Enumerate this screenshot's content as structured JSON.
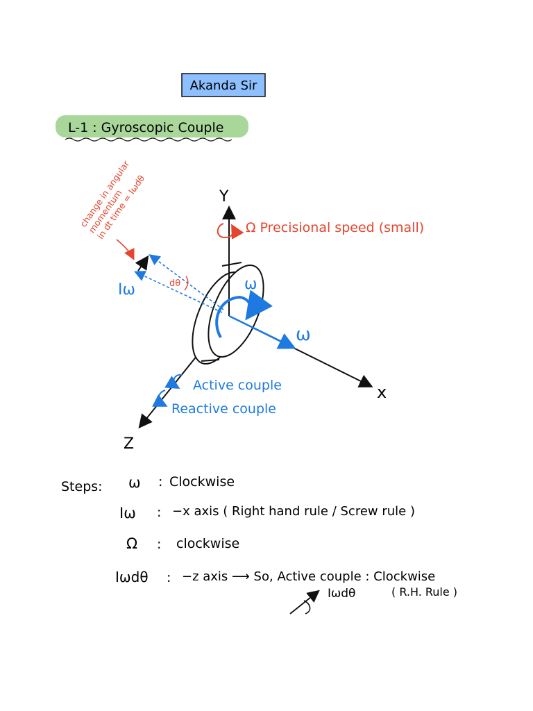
{
  "author_label": "Akanda Sir",
  "lecture_title": "L-1 : Gyroscopic Couple",
  "colors": {
    "author_box": "#8ec0ff",
    "title_highlight": "#a9d79a",
    "red": "#e6452d",
    "blue": "#1e7ae0",
    "ink": "#111111"
  },
  "diagram": {
    "y_axis_label": "Y",
    "x_axis_label": "x",
    "z_axis_label": "Z",
    "precession_label": "Ω Precisional speed (small)",
    "angular_momentum_note": [
      "change in angular",
      "momentum",
      "in dt time = Iωdθ"
    ],
    "iw_label": "Iω",
    "dtheta_label": "dθ",
    "omega_disc_label": "ω",
    "omega_axis_label": "ω",
    "active_couple_label": "Active couple",
    "reactive_couple_label": "Reactive couple"
  },
  "steps": {
    "heading": "Steps:",
    "rows": [
      {
        "symbol": "ω",
        "separator": ":",
        "text": "Clockwise"
      },
      {
        "symbol": "Iω",
        "separator": ":",
        "text": "−x axis ( Right hand rule / Screw rule )"
      },
      {
        "symbol": "Ω",
        "separator": ":",
        "text": "clockwise"
      },
      {
        "symbol": "Iωdθ",
        "separator": ":",
        "text": "−z axis ⟶ So, Active couple : Clockwise"
      }
    ],
    "note_symbol": "Iωdθ",
    "note_rule": "( R.H. Rule )"
  }
}
